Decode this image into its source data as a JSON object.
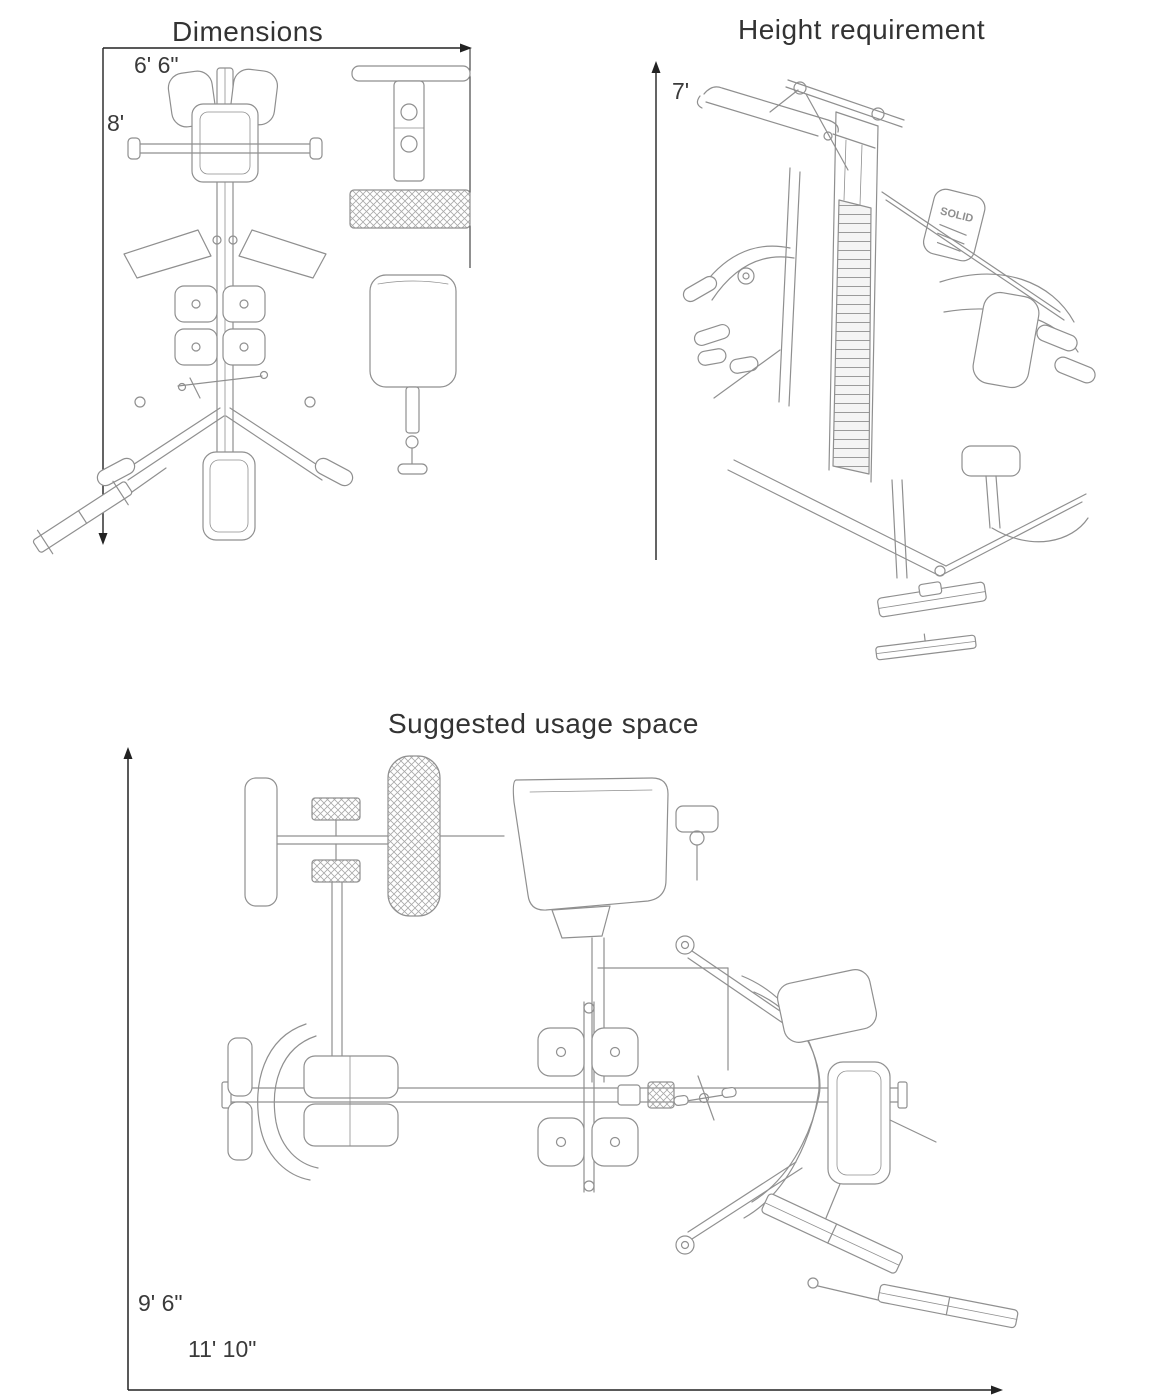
{
  "page": {
    "type": "assembly-manual-diagram-page",
    "colors": {
      "background": "#ffffff",
      "dimension_lines": "#1f1f1f",
      "drawing_lines": "#8f8f8f",
      "text": "#3a3a3a"
    }
  },
  "sections": {
    "dimensions": {
      "title": "Dimensions",
      "width_label": "6' 6\"",
      "depth_label": "8'"
    },
    "height_requirement": {
      "title": "Height requirement",
      "height_label": "7'",
      "machine_logo_text": "SOLID"
    },
    "usage_space": {
      "title": "Suggested usage space",
      "depth_label": "9' 6\"",
      "width_label": "11' 10\""
    }
  }
}
